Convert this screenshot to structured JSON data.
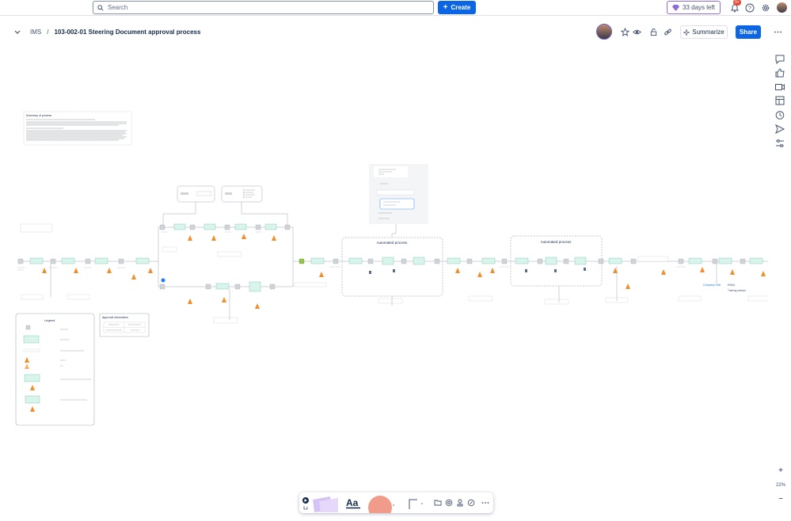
{
  "topbar": {
    "search_placeholder": "Search",
    "create_label": "Create",
    "trial_label": "33 days left",
    "notifications_badge": "9+"
  },
  "header": {
    "breadcrumb_space": "IMS",
    "breadcrumb_separator": "/",
    "page_title": "103-002-01 Steering Document approval process",
    "summarize_label": "Summarize",
    "share_label": "Share"
  },
  "canvas": {
    "summary_title": "Summary of process",
    "legend_title": "Legend",
    "approval_title": "Approval information",
    "auto_process_1": "Automated process",
    "auto_process_2": "Automated process",
    "company_hub_link": "Company Hub",
    "email_label": "EMAIL",
    "training_label": "Training session"
  },
  "zoom": {
    "plus": "+",
    "level": "22%",
    "minus": "−"
  },
  "colors": {
    "primary": "#0c66e4",
    "node_fill": "#d9f4ec",
    "cone": "#f18d2a"
  }
}
